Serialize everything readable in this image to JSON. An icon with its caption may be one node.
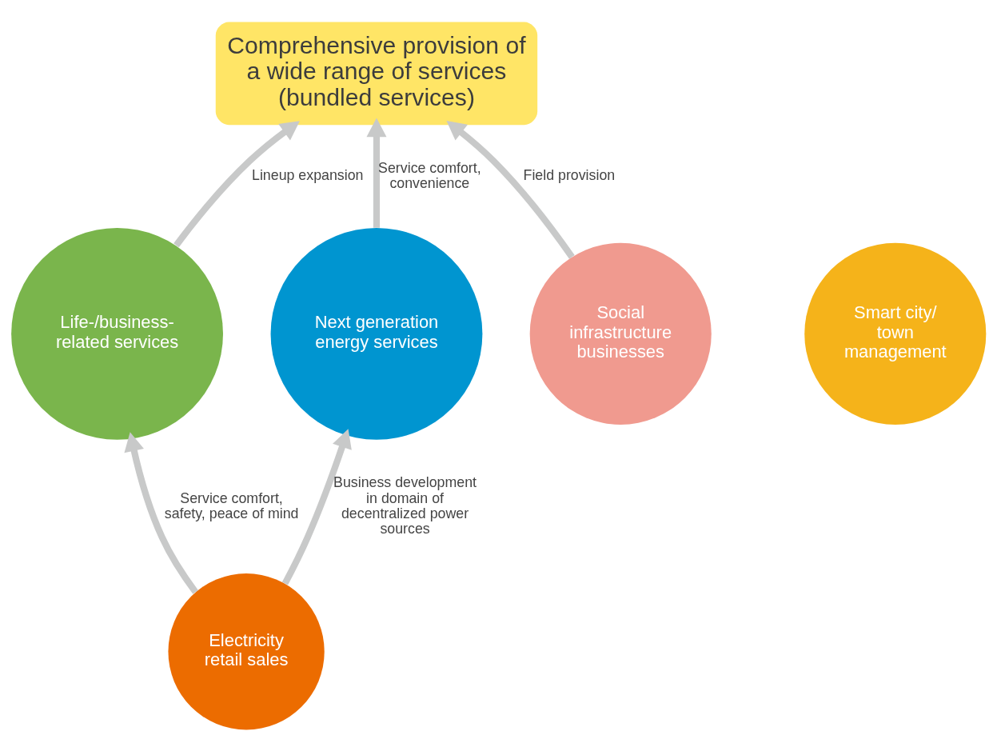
{
  "diagram": {
    "nodes": [
      {
        "text": [
          "Comprehensive provision of a wide range of services",
          "(bundled services)"
        ]
      },
      {
        "text": [
          "Life-/business-related services"
        ]
      },
      {
        "text": [
          "Next generation energy services"
        ]
      },
      {
        "text": [
          "Electricity retail sales"
        ]
      },
      {
        "text": [
          "Social infrastructure businesses"
        ]
      },
      {
        "text": [
          "Smart city/ town management"
        ]
      }
    ],
    "edges": [
      {
        "from": 3,
        "to": 1,
        "arrow": "to",
        "label": "Service comfort, safety, peace of mind"
      },
      {
        "from": 3,
        "to": 2,
        "arrow": "to",
        "label": "Business development in domain of decentralized power sources"
      },
      {
        "from": 1,
        "to": 0,
        "arrow": "to",
        "label": "Lineup expansion"
      },
      {
        "from": 2,
        "to": 0,
        "arrow": "to",
        "label": "Service comfort, convenience"
      },
      {
        "from": 4,
        "to": 0,
        "arrow": "to",
        "label": "Field provision"
      }
    ]
  }
}
